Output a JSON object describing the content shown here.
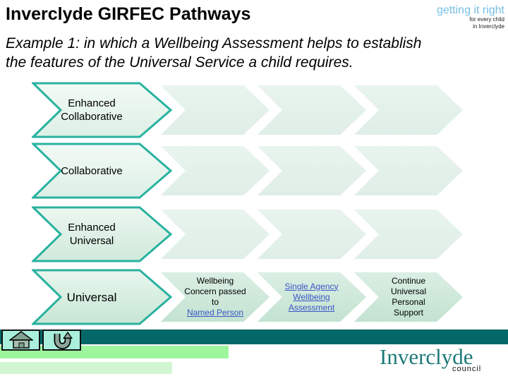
{
  "header": {
    "title": "Inverclyde GIRFEC Pathways",
    "subtitle": {
      "line1": "Example 1: in which a Wellbeing Assessment helps to establish",
      "line2": "the features of the Universal Service a child requires."
    },
    "brand": {
      "line1": "getting it right",
      "line2": "for every child",
      "line3": "in Inverclyde"
    }
  },
  "pathways": {
    "rows": [
      {
        "label": "Enhanced Collaborative"
      },
      {
        "label": "Collaborative"
      },
      {
        "label": "Enhanced Universal"
      },
      {
        "label": "Universal"
      }
    ],
    "universal_steps": [
      {
        "text": "Wellbeing Concern passed to",
        "link": "Named Person"
      },
      {
        "link": "Single Agency Wellbeing Assessment"
      },
      {
        "text": "Continue Universal Personal Support"
      }
    ]
  },
  "footer": {
    "council_name": "Inverclyde",
    "council_sub": "council"
  },
  "icons": {
    "home": "home-icon",
    "return": "u-turn-icon"
  },
  "colors": {
    "accent_teal": "#29b2a0",
    "bar_teal": "#046868",
    "link_blue": "#3b55c7",
    "green_bar_bright": "#9df69d",
    "green_bar_pale": "#d2f6d2",
    "brand_blue": "#76bde4",
    "council_teal": "#1d7a78"
  }
}
